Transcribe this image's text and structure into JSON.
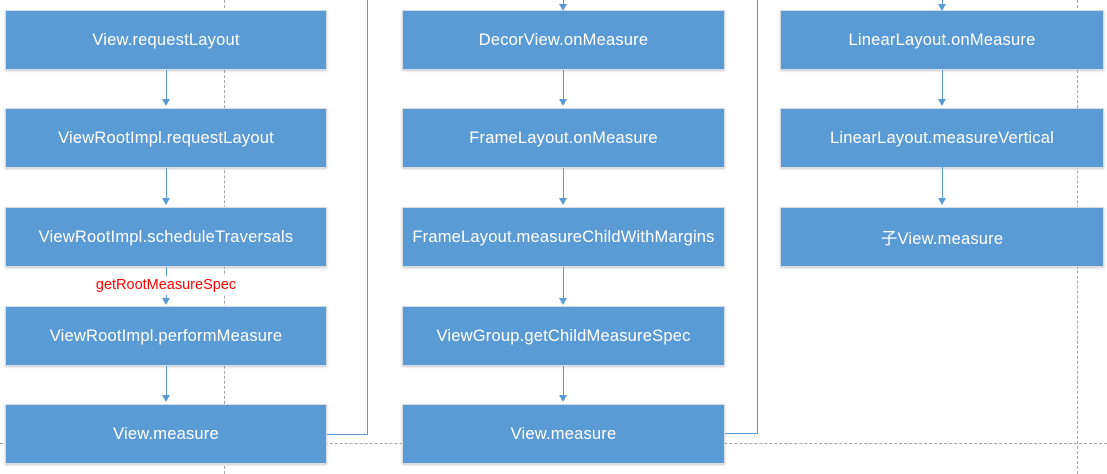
{
  "diagram": {
    "type": "flowchart",
    "subject": "Android View measure call chain",
    "columns": [
      {
        "id": "view-root-measure-flow",
        "boxes": [
          "View.requestLayout",
          "ViewRootImpl.requestLayout",
          "ViewRootImpl.scheduleTraversals",
          "ViewRootImpl.performMeasure",
          "View.measure"
        ]
      },
      {
        "id": "decor-view-measure-flow",
        "boxes": [
          "DecorView.onMeasure",
          "FrameLayout.onMeasure",
          "FrameLayout.measureChildWithMargins",
          "ViewGroup.getChildMeasureSpec",
          "View.measure"
        ]
      },
      {
        "id": "linear-layout-measure-flow",
        "boxes": [
          "LinearLayout.onMeasure",
          "LinearLayout.measureVertical",
          "子View.measure"
        ]
      }
    ],
    "annotations": [
      {
        "text": "getRootMeasureSpec",
        "color": "#FF0000",
        "position": "on arrow between ViewRootImpl.scheduleTraversals and ViewRootImpl.performMeasure"
      }
    ],
    "connectors": [
      {
        "from": "column1 View.measure",
        "shape": "right-then-up, exits top edge"
      },
      {
        "from": "column2 View.measure",
        "shape": "right-then-up, exits top edge"
      }
    ],
    "incoming_arrows": [
      {
        "into": "DecorView.onMeasure",
        "from": "top edge"
      },
      {
        "into": "LinearLayout.onMeasure",
        "from": "top edge"
      }
    ],
    "colors": {
      "box_fill": "#5B9BD5",
      "box_text": "#FFFFFF",
      "arrow_line": "#5B9BD5",
      "guide_dashed": "#A6A6A6",
      "annotation_red": "#FF0000",
      "background": "#FFFFFF"
    }
  }
}
